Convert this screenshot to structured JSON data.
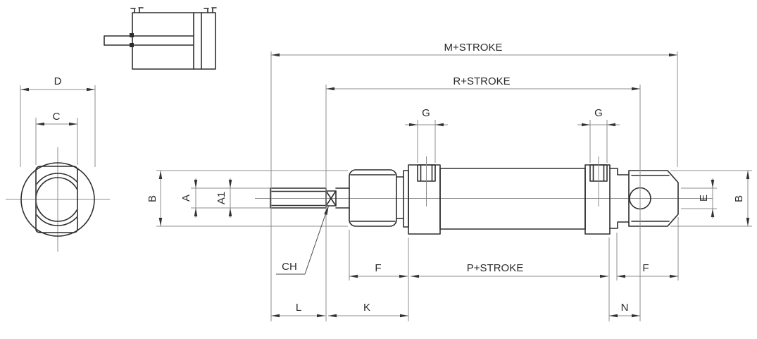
{
  "drawing": {
    "type": "engineering-dimension-drawing",
    "subject": "pneumatic-cylinder-double-acting-with-rod-eye",
    "colors": {
      "background": "#ffffff",
      "outline": "#2e2e2e",
      "dimension_lines": "#8c8c8c",
      "text": "#2b2b2b"
    },
    "views": {
      "schematic_side_view": "cylinder body with piston and rod, two ports",
      "front_view": "rod-end face: circle with wrench flats and threaded bore",
      "main_view": "longitudinal outside view with threaded rod, hex nut, front cap, tube, rear cap, rod eye"
    }
  },
  "labels": {
    "D": "D",
    "C": "C",
    "M": "M+STROKE",
    "R": "R+STROKE",
    "G_front": "G",
    "G_rear": "G",
    "B_left": "B",
    "A": "A",
    "A1": "A1",
    "E": "E",
    "B_right": "B",
    "CH": "CH",
    "F_front": "F",
    "P": "P+STROKE",
    "F_rear": "F",
    "L": "L",
    "K": "K",
    "N": "N"
  }
}
